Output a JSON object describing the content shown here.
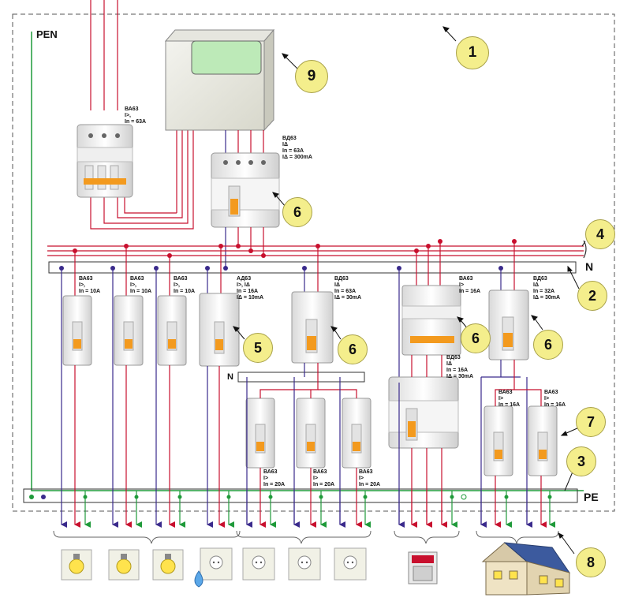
{
  "labels": {
    "pen": "PEN",
    "n_main": "N",
    "n_sub": "N",
    "pe": "PE"
  },
  "callouts": [
    "1",
    "2",
    "3",
    "4",
    "5",
    "6",
    "7",
    "8",
    "9"
  ],
  "devices": {
    "main_breaker": "ВА63\nI>,\nIn = 63А",
    "rcd_main": "ВД63\nIΔ\nIn = 63А\nIΔ = 300mA",
    "cb_light_1": "ВА63\nI>,\nIn = 10А",
    "cb_light_2": "ВА63\nI>,\nIn = 10А",
    "cb_light_3": "ВА63\nI>,\nIn = 10А",
    "rcbo_bath": "АД63\nI>, IΔ\nIn = 16А\nIΔ = 10mA",
    "rcd_sockets": "ВД63\nIΔ\nIn = 63А\nIΔ = 30mA",
    "cb_3p_stove": "ВА63\nI>\nIn = 16А",
    "rcd_house": "ВД63\nIΔ\nIn = 32А\nIΔ = 30mA",
    "rcd_stove": "ВД63\nIΔ\nIn = 16А\nIΔ = 30mA",
    "cb_sock_1": "ВА63\nI>\nIn = 20А",
    "cb_sock_2": "ВА63\nI>\nIn = 20А",
    "cb_sock_3": "ВА63\nI>\nIn = 20А",
    "cb_house_1": "ВА63\nI>\nIn = 16А",
    "cb_house_2": "ВА63\nI>\nIn = 16А"
  },
  "colors": {
    "phase": "#c8102e",
    "neutral": "#3a2a8c",
    "pe": "#1f9a3a",
    "frame": "#555555",
    "callout": "#f4ee8c",
    "accent": "#f39a1e"
  }
}
